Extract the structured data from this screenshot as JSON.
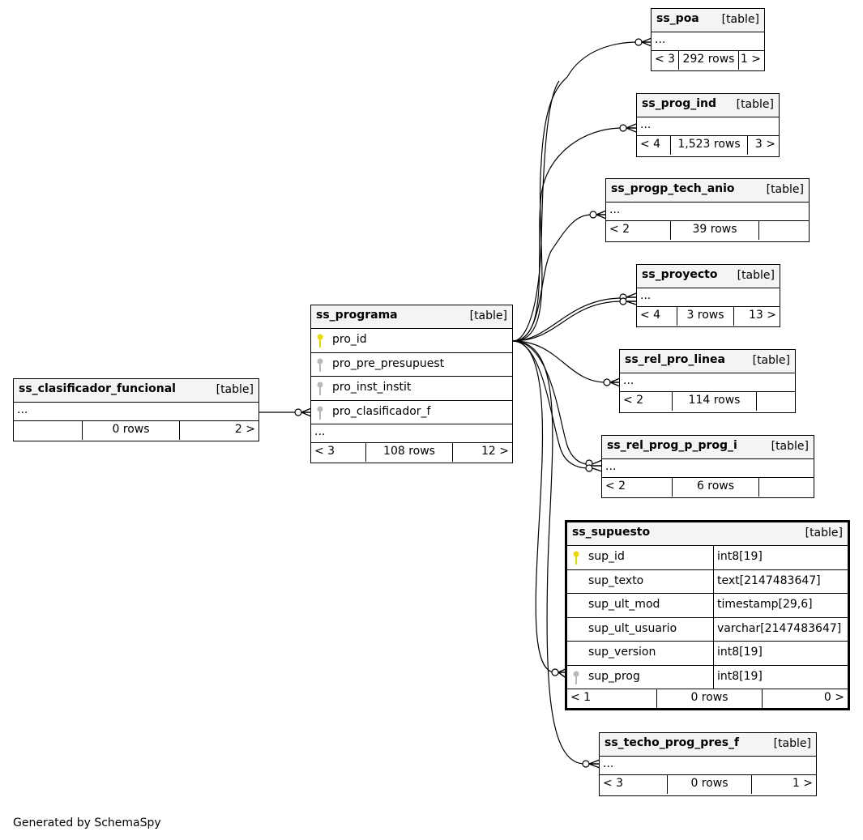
{
  "credit": "Generated by SchemaSpy",
  "tables": {
    "ss_clasificador_funcional": {
      "name": "ss_clasificador_funcional",
      "type": "[table]",
      "ellipsis": "...",
      "footer": {
        "left": "",
        "center": "0 rows",
        "right": "2 >"
      }
    },
    "ss_programa": {
      "name": "ss_programa",
      "type": "[table]",
      "ellipsis": "...",
      "columns": [
        {
          "name": "pro_id",
          "key": "primary"
        },
        {
          "name": "pro_pre_presupuest",
          "key": "foreign"
        },
        {
          "name": "pro_inst_instit",
          "key": "foreign"
        },
        {
          "name": "pro_clasificador_f",
          "key": "foreign"
        }
      ],
      "footer": {
        "left": "< 3",
        "center": "108 rows",
        "right": "12 >"
      }
    },
    "ss_poa": {
      "name": "ss_poa",
      "type": "[table]",
      "ellipsis": "...",
      "footer": {
        "left": "< 3",
        "center": "292 rows",
        "right": "1 >"
      }
    },
    "ss_prog_ind": {
      "name": "ss_prog_ind",
      "type": "[table]",
      "ellipsis": "...",
      "footer": {
        "left": "< 4",
        "center": "1,523 rows",
        "right": "3 >"
      }
    },
    "ss_progp_tech_anio": {
      "name": "ss_progp_tech_anio",
      "type": "[table]",
      "ellipsis": "...",
      "footer": {
        "left": "< 2",
        "center": "39 rows",
        "right": ""
      }
    },
    "ss_proyecto": {
      "name": "ss_proyecto",
      "type": "[table]",
      "ellipsis": "...",
      "footer": {
        "left": "< 4",
        "center": "3 rows",
        "right": "13 >"
      }
    },
    "ss_rel_pro_linea": {
      "name": "ss_rel_pro_linea",
      "type": "[table]",
      "ellipsis": "...",
      "footer": {
        "left": "< 2",
        "center": "114 rows",
        "right": ""
      }
    },
    "ss_rel_prog_p_prog_i": {
      "name": "ss_rel_prog_p_prog_i",
      "type": "[table]",
      "ellipsis": "...",
      "footer": {
        "left": "< 2",
        "center": "6 rows",
        "right": ""
      }
    },
    "ss_supuesto": {
      "name": "ss_supuesto",
      "type": "[table]",
      "columns": [
        {
          "name": "sup_id",
          "dtype": "int8[19]",
          "key": "primary"
        },
        {
          "name": "sup_texto",
          "dtype": "text[2147483647]",
          "key": "none"
        },
        {
          "name": "sup_ult_mod",
          "dtype": "timestamp[29,6]",
          "key": "none"
        },
        {
          "name": "sup_ult_usuario",
          "dtype": "varchar[2147483647]",
          "key": "none"
        },
        {
          "name": "sup_version",
          "dtype": "int8[19]",
          "key": "none"
        },
        {
          "name": "sup_prog",
          "dtype": "int8[19]",
          "key": "foreign"
        }
      ],
      "footer": {
        "left": "< 1",
        "center": "0 rows",
        "right": "0 >"
      }
    },
    "ss_techo_prog_pres_f": {
      "name": "ss_techo_prog_pres_f",
      "type": "[table]",
      "ellipsis": "...",
      "footer": {
        "left": "< 3",
        "center": "0 rows",
        "right": "1 >"
      }
    }
  },
  "colors": {
    "primary_key": "#e8d800",
    "foreign_key": "#b8b8b8",
    "header_bg": "#f4f4f4",
    "line": "#000000"
  }
}
